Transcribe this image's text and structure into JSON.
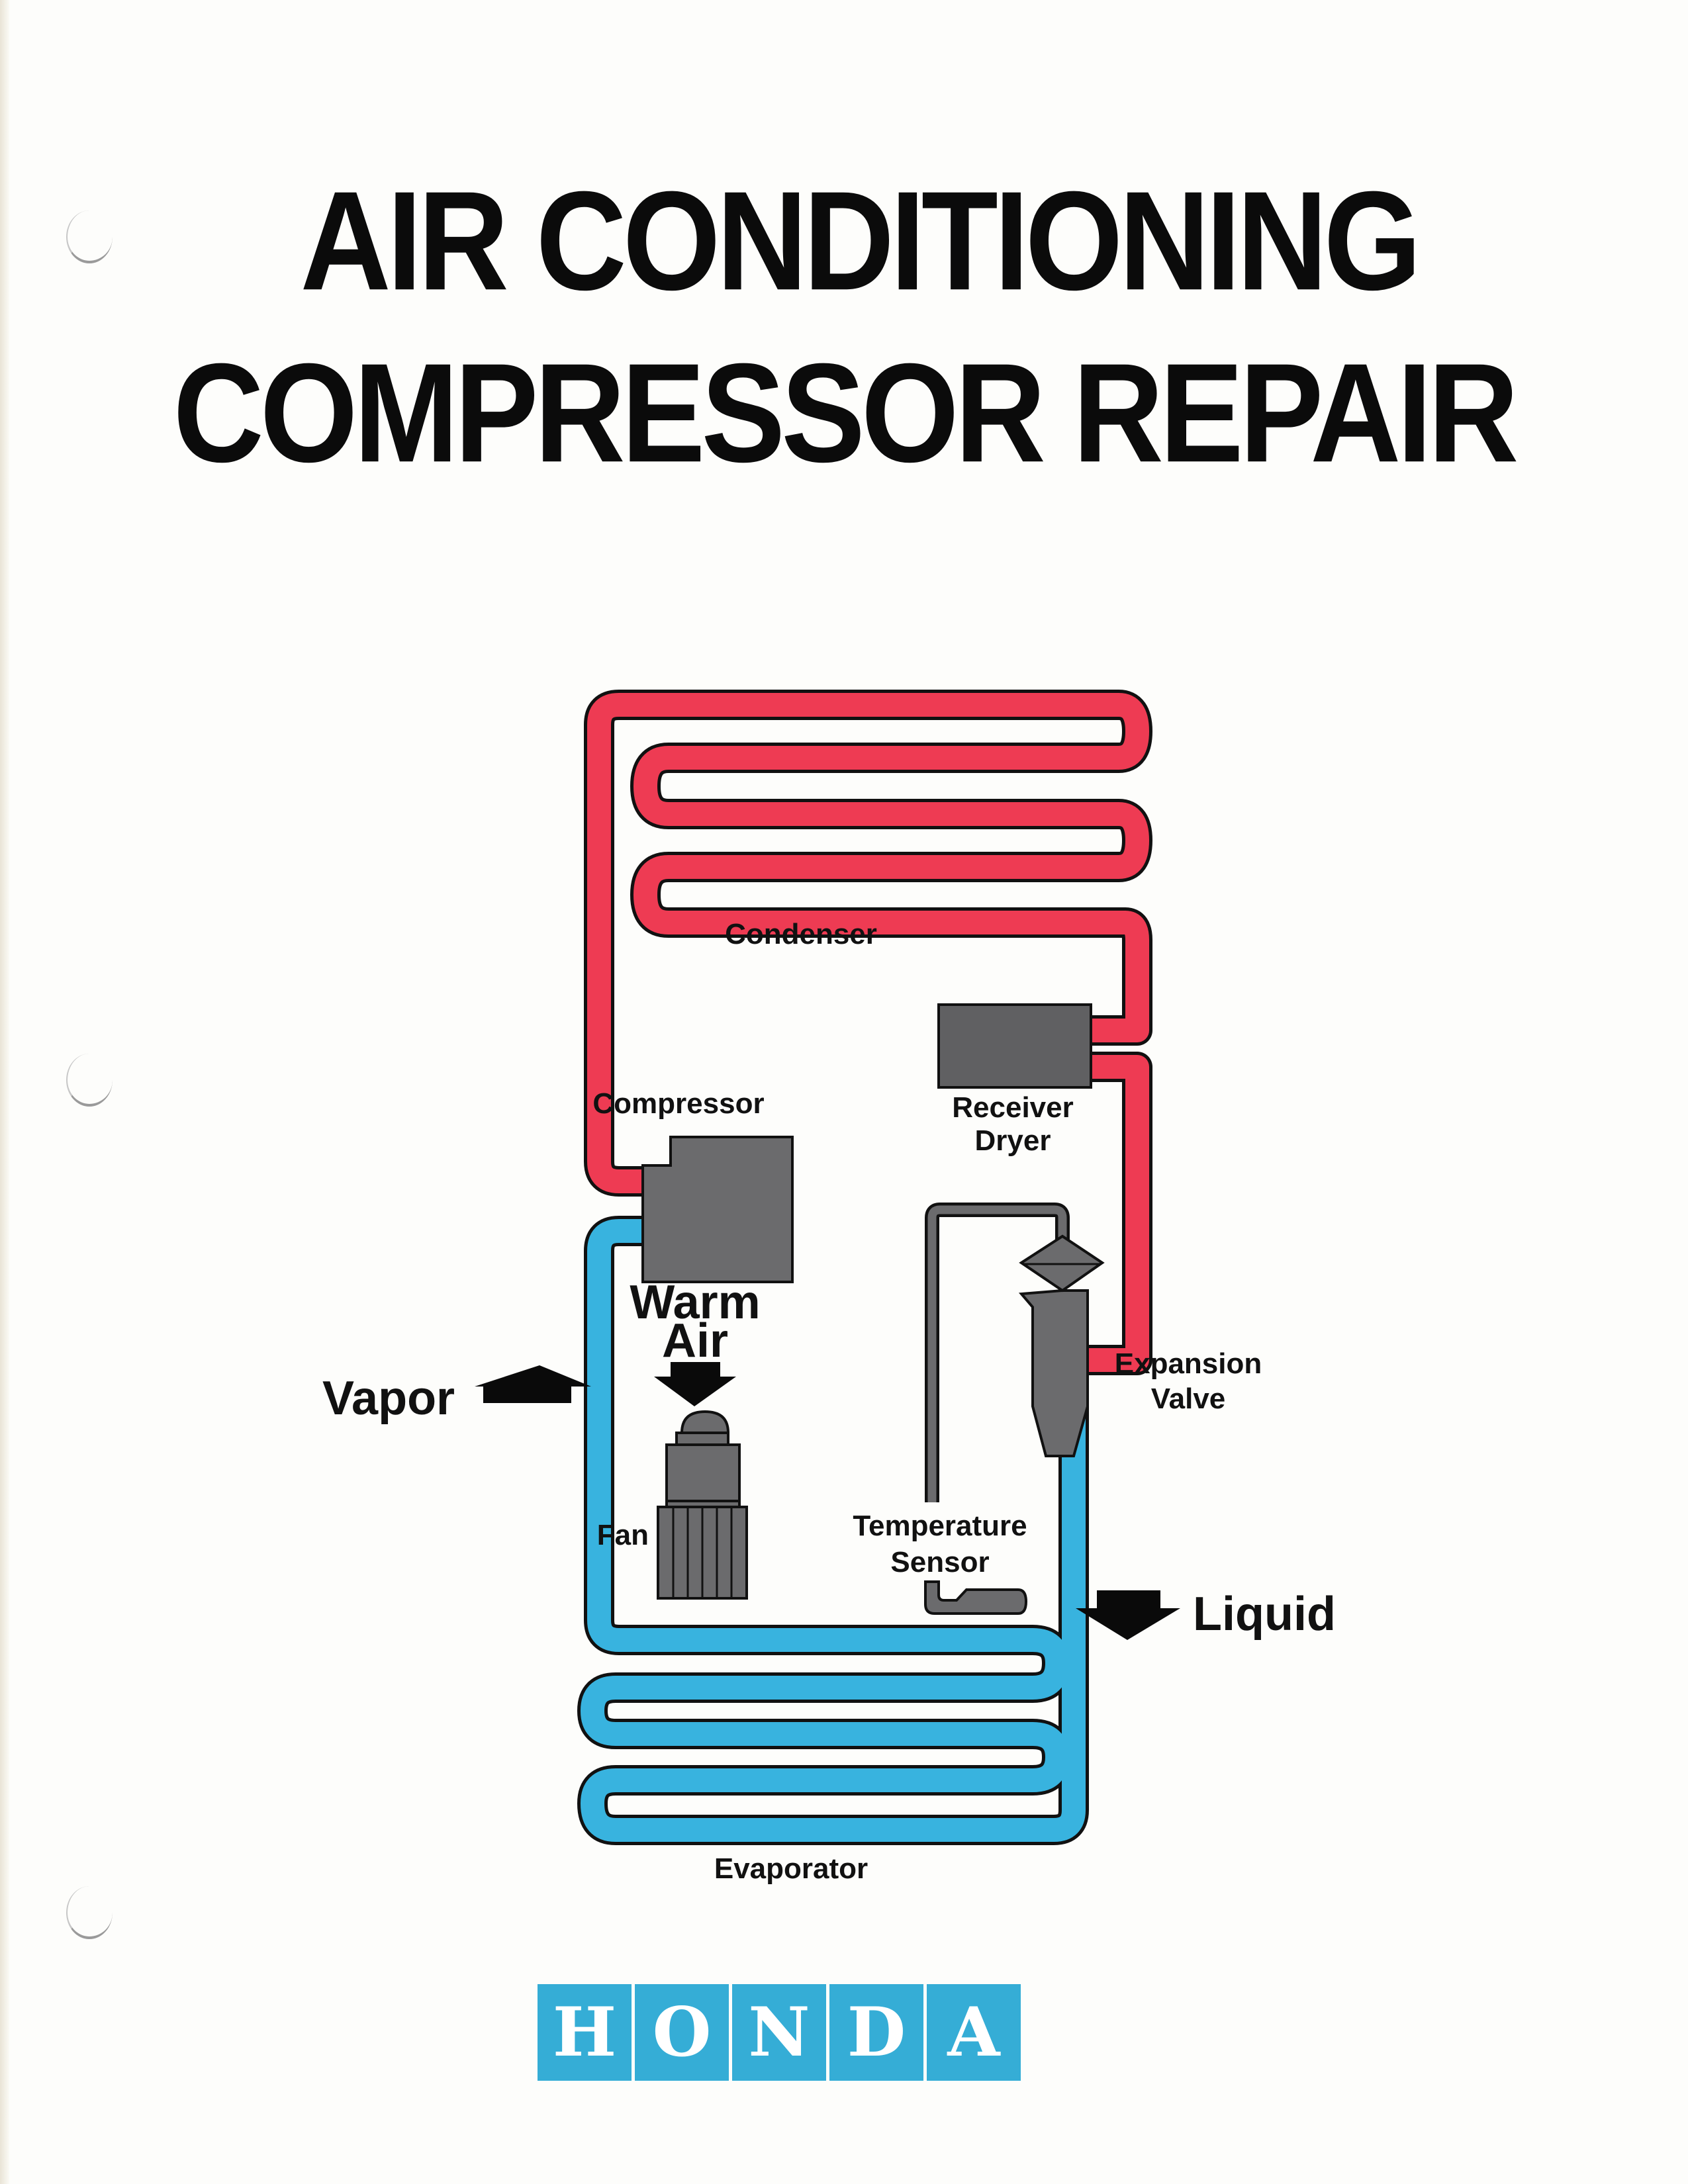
{
  "document": {
    "title_line1": "AIR CONDITIONING",
    "title_line2": "COMPRESSOR REPAIR"
  },
  "diagram": {
    "labels": {
      "condenser": "Condenser",
      "compressor": "Compressor",
      "receiver_dryer_line1": "Receiver",
      "receiver_dryer_line2": "Dryer",
      "warm_air_line1": "Warm",
      "warm_air_line2": "Air",
      "expansion_valve_line1": "Expansion",
      "expansion_valve_line2": "Valve",
      "fan": "Fan",
      "temperature_sensor_line1": "Temperature",
      "temperature_sensor_line2": "Sensor",
      "evaporator": "Evaporator",
      "vapor": "Vapor",
      "liquid": "Liquid"
    },
    "colors": {
      "high_pressure_line": "#ee3b53",
      "low_pressure_line": "#38b3df",
      "component_gray": "#6b6b6d",
      "outline": "#111111"
    }
  },
  "brand": {
    "letters": [
      "H",
      "O",
      "N",
      "D",
      "A"
    ],
    "tile_color": "#35add6"
  }
}
